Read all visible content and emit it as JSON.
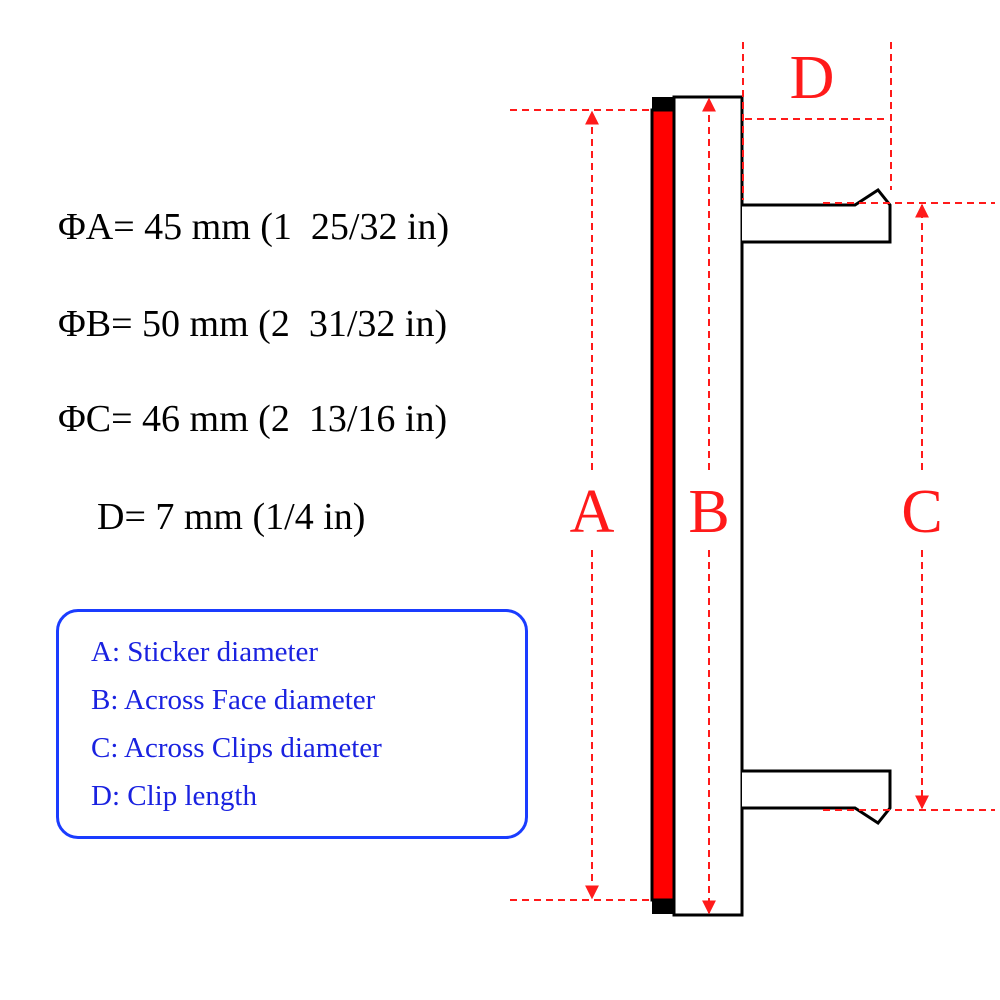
{
  "specs": {
    "a": "ΦA= 45 mm (1  25/32 in)",
    "b": "ΦB= 50 mm (2  31/32 in)",
    "c": "ΦC= 46 mm (2  13/16 in)",
    "d": "D= 7 mm (1/4 in)"
  },
  "legend": {
    "a": "A: Sticker diameter",
    "b": "B: Across Face diameter",
    "c": "C: Across Clips diameter",
    "d": "D: Clip length"
  },
  "dimension_labels": {
    "a": "A",
    "b": "B",
    "c": "C",
    "d": "D"
  },
  "colors": {
    "dimension": "#ff1a1a",
    "sticker": "#ff0000",
    "legend_border": "#1a3cff",
    "legend_text": "#1a22e0",
    "outline": "#000000"
  }
}
